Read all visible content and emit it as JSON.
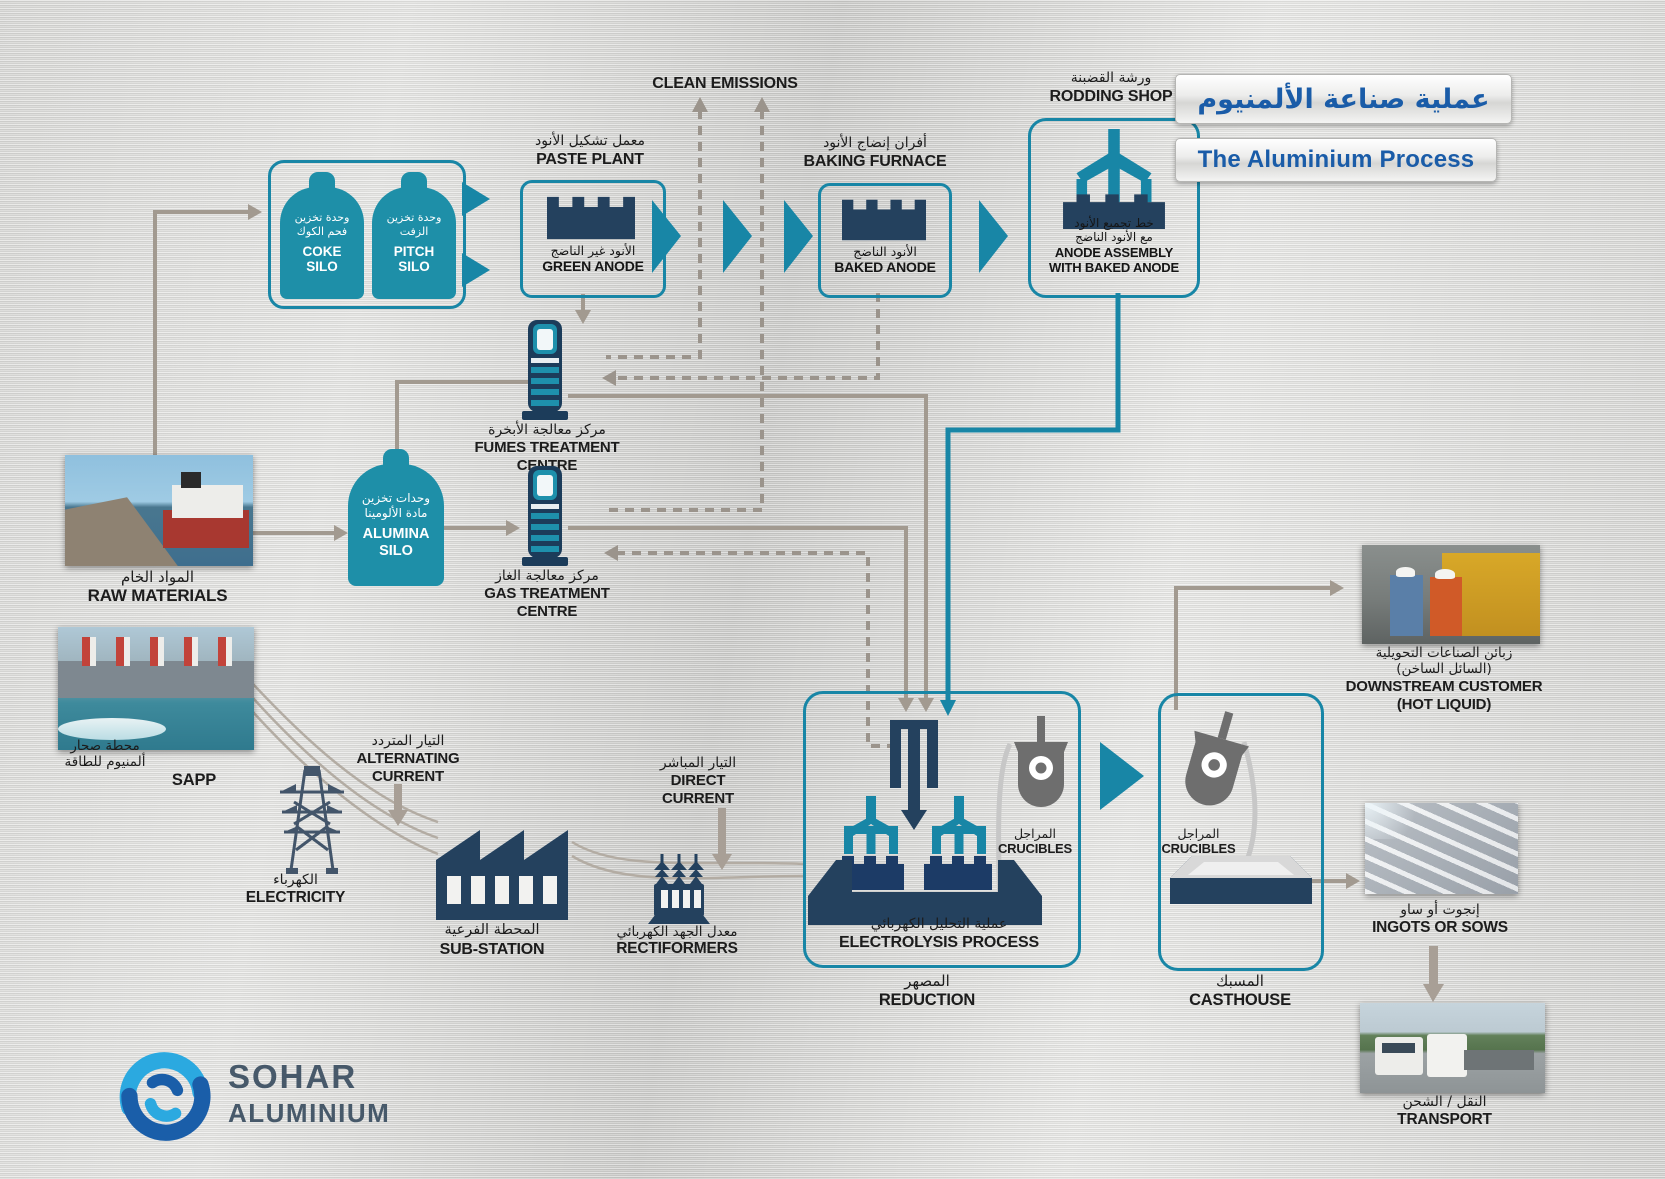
{
  "header": {
    "title_ar": "عملية صناعة الألمنيوم",
    "title_en": "The Aluminium Process"
  },
  "logo": {
    "line1": "SOHAR",
    "line2": "ALUMINIUM"
  },
  "labels": {
    "clean_emissions": "CLEAN EMISSIONS",
    "coke_silo_ar": "وحدة تخزين\nفحم الكوك",
    "coke_silo_en": "COKE\nSILO",
    "pitch_silo_ar": "وحدة تخزين\nالزفت",
    "pitch_silo_en": "PITCH\nSILO",
    "paste_plant_ar": "معمل تشكيل الأنود",
    "paste_plant_en": "PASTE PLANT",
    "green_anode_ar": "الأنود غير الناضج",
    "green_anode_en": "GREEN ANODE",
    "baking_furnace_ar": "أفران إنضاج الأنود",
    "baking_furnace_en": "BAKING FURNACE",
    "baked_anode_ar": "الأنود الناضج",
    "baked_anode_en": "BAKED ANODE",
    "rodding_shop_ar": "ورشة القضبنة",
    "rodding_shop_en": "RODDING SHOP",
    "anode_assembly_ar": "خط تجميع الأنود\nمع الأنود الناضج",
    "anode_assembly_en": "ANODE ASSEMBLY\nWITH BAKED ANODE",
    "fumes_ar": "مركز معالجة الأبخرة",
    "fumes_en": "FUMES TREATMENT\nCENTRE",
    "gas_ar": "مركز معالجة الغاز",
    "gas_en": "GAS TREATMENT\nCENTRE",
    "alumina_ar": "وحدات تخزين\nمادة الألومينا",
    "alumina_en": "ALUMINA\nSILO",
    "raw_ar": "المواد الخام",
    "raw_en": "RAW MATERIALS",
    "sapp_ar": "محطة صحار\nألمنيوم للطاقة",
    "sapp_en": "SAPP",
    "electricity_ar": "الكهرباء",
    "electricity_en": "ELECTRICITY",
    "ac_ar": "التيار المتردد",
    "ac_en": "ALTERNATING\nCURRENT",
    "substation_ar": "المحطة الفرعية",
    "substation_en": "SUB-STATION",
    "dc_ar": "التيار المباشر",
    "dc_en": "DIRECT\nCURRENT",
    "rectiformers_ar": "معدل الجهد الكهربائي",
    "rectiformers_en": "RECTIFORMERS",
    "electrolysis_ar": "عملية التحليل الكهربائي",
    "electrolysis_en": "ELECTROLYSIS PROCESS",
    "crucibles_ar": "المراجل",
    "crucibles_en": "CRUCIBLES",
    "crucibles2_ar": "المراجل",
    "crucibles2_en": "CRUCIBLES",
    "reduction_ar": "المصهر",
    "reduction_en": "REDUCTION",
    "casthouse_ar": "المسبك",
    "casthouse_en": "CASTHOUSE",
    "downstream_ar": "زبائن الصناعات التحويلية\n(السائل الساخن)",
    "downstream_en": "DOWNSTREAM CUSTOMER\n(HOT LIQUID)",
    "ingots_ar": "إنجوت أو ساو",
    "ingots_en": "INGOTS OR SOWS",
    "transport_ar": "النقل / الشحن",
    "transport_en": "TRANSPORT"
  },
  "colors": {
    "teal_accent": "#1886A6",
    "silo_teal": "#1E8FA8",
    "navy": "#24415E",
    "line_gray": "#A29A90",
    "dashed_gray": "#9B948C",
    "taupe_arrow": "#A89F96",
    "title_blue": "#1A5CA8",
    "logo_light_blue": "#2BA9E0",
    "logo_dark_blue": "#1A5EA9",
    "logo_text": "#47596A"
  }
}
